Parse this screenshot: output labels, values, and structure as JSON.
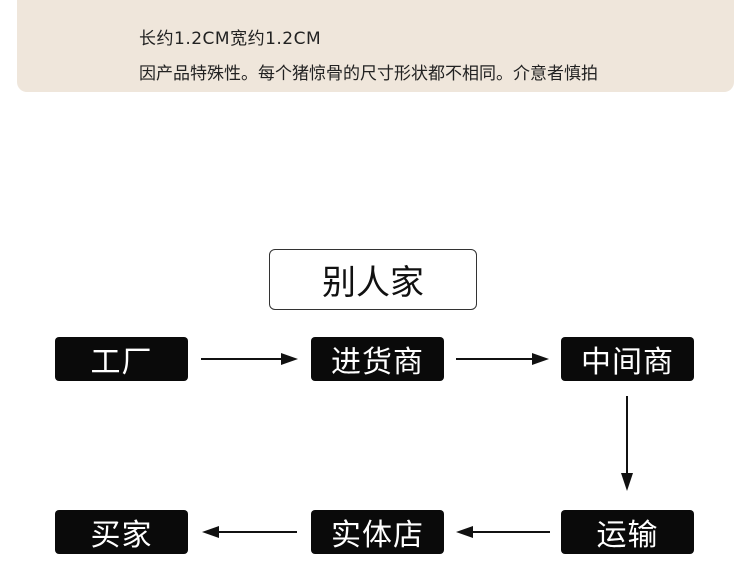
{
  "banner": {
    "size_text": "长约1.2CM宽约1.2CM",
    "note_text": "因产品特殊性。每个猪惊骨的尺寸形状都不相同。介意者慎拍"
  },
  "diagram": {
    "title": "别人家",
    "nodes": {
      "factory": "工厂",
      "wholesaler": "进货商",
      "middleman": "中间商",
      "transport": "运输",
      "store": "实体店",
      "buyer": "买家"
    },
    "edges": [
      [
        "factory",
        "wholesaler"
      ],
      [
        "wholesaler",
        "middleman"
      ],
      [
        "middleman",
        "transport"
      ],
      [
        "transport",
        "store"
      ],
      [
        "store",
        "buyer"
      ]
    ]
  },
  "colors": {
    "banner_bg": "#efe6db",
    "node_bg": "#0a0a0a",
    "node_text": "#ffffff",
    "arrow": "#111111"
  }
}
